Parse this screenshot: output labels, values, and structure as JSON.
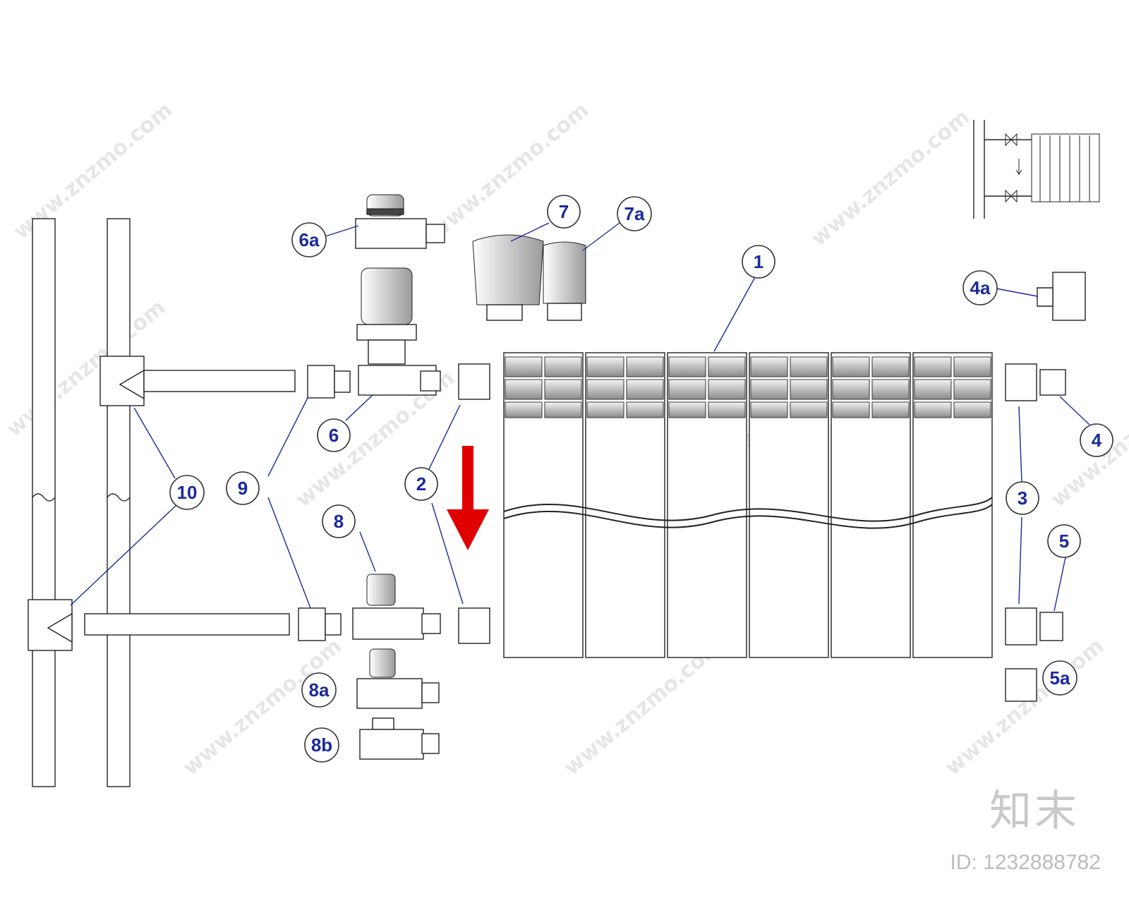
{
  "callouts": {
    "c1": "1",
    "c2": "2",
    "c3": "3",
    "c4": "4",
    "c4a": "4a",
    "c5": "5",
    "c5a": "5a",
    "c6": "6",
    "c6a": "6a",
    "c7": "7",
    "c7a": "7a",
    "c8": "8",
    "c8a": "8a",
    "c8b": "8b",
    "c9": "9",
    "c10": "10"
  },
  "watermark": {
    "url_text": "www.znzmo.com",
    "brand": "知末",
    "id_text": "ID: 1232888782"
  },
  "colors": {
    "callout_text": "#1a2a9c",
    "flow_arrow": "#e00000",
    "line": "#222222"
  },
  "icons": {
    "flow_arrow": "red-down-arrow-icon"
  }
}
